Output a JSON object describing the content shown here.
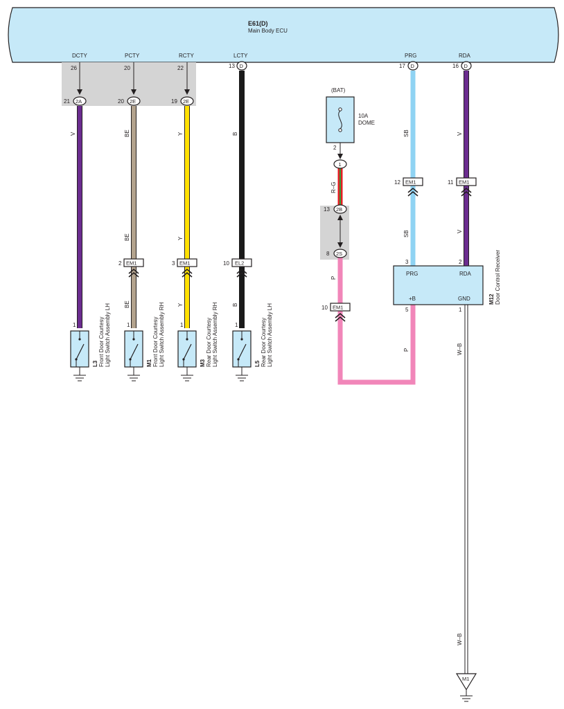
{
  "ecu": {
    "code": "E61(D)",
    "name": "Main Body ECU"
  },
  "ecu_pins": [
    {
      "name": "DCTY",
      "pin": "26"
    },
    {
      "name": "PCTY",
      "pin": "20"
    },
    {
      "name": "RCTY",
      "pin": "22"
    },
    {
      "name": "LCTY",
      "pin": "13",
      "connector": "D"
    },
    {
      "name": "PRG",
      "pin": "17",
      "connector": "D"
    },
    {
      "name": "RDA",
      "pin": "16",
      "connector": "D"
    }
  ],
  "junctions": [
    {
      "pin": "21",
      "connector": "2A"
    },
    {
      "pin": "20",
      "connector": "2E"
    },
    {
      "pin": "19",
      "connector": "2E"
    },
    {
      "pin": "13",
      "connector": "2B"
    },
    {
      "pin": "8",
      "connector": "2S"
    }
  ],
  "inline_connectors": [
    {
      "pin": "2",
      "connector": "EM1"
    },
    {
      "pin": "3",
      "connector": "EM1"
    },
    {
      "pin": "10",
      "connector": "EL2"
    },
    {
      "pin": "12",
      "connector": "EM1"
    },
    {
      "pin": "11",
      "connector": "EM1"
    },
    {
      "pin": "10",
      "connector": "EM1"
    }
  ],
  "wire_labels": {
    "dcty": [
      "V"
    ],
    "pcty": [
      "BE",
      "BE",
      "BE"
    ],
    "rcty": [
      "Y",
      "Y",
      "Y"
    ],
    "lcty": [
      "B",
      "B"
    ],
    "prg": [
      "SB",
      "SB"
    ],
    "rda": [
      "V",
      "V"
    ],
    "bat": [
      "R–G"
    ],
    "pink": [
      "P"
    ],
    "receiver_b": [
      "P"
    ],
    "gnd": [
      "W–B",
      "W–B"
    ]
  },
  "fuse": {
    "source": "(BAT)",
    "rating": "10A",
    "name": "DOME",
    "pin_out": "2",
    "splice": "1"
  },
  "switches": [
    {
      "code": "L3",
      "name_line1": "Front Door Courtesy",
      "name_line2": "Light Switch Assembly LH",
      "pin": "1"
    },
    {
      "code": "M1",
      "name_line1": "Front Door Courtesy",
      "name_line2": "Light Switch Assembly RH",
      "pin": "1"
    },
    {
      "code": "M3",
      "name_line1": "Rear Door Courtesy",
      "name_line2": "Light Switch Assembly RH",
      "pin": "1"
    },
    {
      "code": "L5",
      "name_line1": "Rear Door Courtesy",
      "name_line2": "Light Switch Assembly LH",
      "pin": "1"
    }
  ],
  "receiver": {
    "code": "M12",
    "name": "Door Control Receiver",
    "pins": [
      {
        "label": "PRG",
        "num": "3"
      },
      {
        "label": "RDA",
        "num": "2"
      },
      {
        "label": "+B",
        "num": "5"
      },
      {
        "label": "GND",
        "num": "1"
      }
    ]
  },
  "ground_point": "M1",
  "colors": {
    "ecu_fill": "#c6e9f8",
    "splice_shade": "#d4d4d4",
    "violet": "#6b2d8f",
    "beige": "#b3a38e",
    "yellow": "#ffe100",
    "black": "#1a1a1a",
    "sky_blue": "#8fd3f3",
    "pink": "#f186b9",
    "red": "#e31e24",
    "green": "#3a9a3a",
    "white": "#ffffff",
    "line": "#231f20"
  }
}
